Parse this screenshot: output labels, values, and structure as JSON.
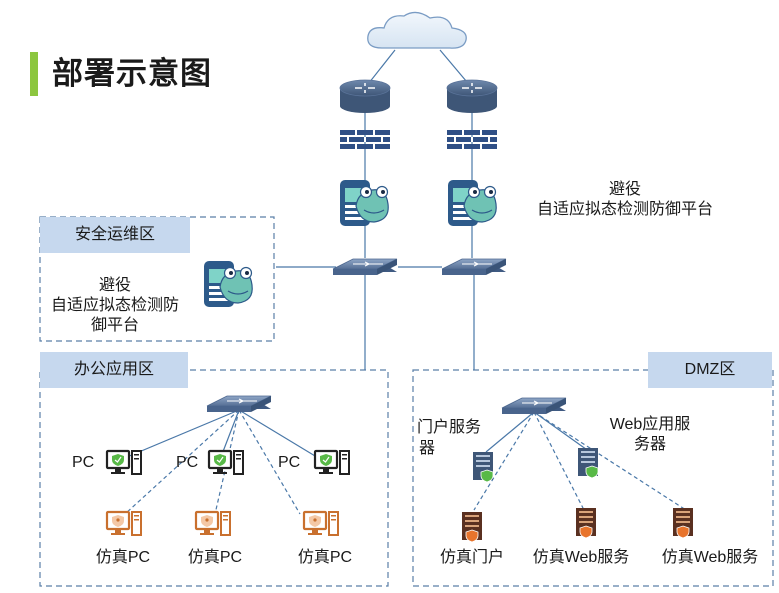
{
  "title": "部署示意图",
  "colors": {
    "accent": "#8cc63f",
    "link": "#4a78a8",
    "zone_border": "#5a7fa8",
    "zone_label_bg": "#c6d8ee"
  },
  "zones": {
    "security_ops": {
      "label": "安全运维区"
    },
    "office": {
      "label": "办公应用区"
    },
    "dmz": {
      "label": "DMZ区"
    }
  },
  "platform_label": {
    "line1": "避役",
    "line2": "自适应拟态检测防御平台"
  },
  "security_platform_label": {
    "line1": "避役",
    "line2": "自适应拟态检测防",
    "line3": "御平台"
  },
  "office_pcs": [
    "PC",
    "PC",
    "PC"
  ],
  "office_fake_pcs": [
    "仿真PC",
    "仿真PC",
    "仿真PC"
  ],
  "dmz_servers": {
    "portal_line1": "门户服务",
    "portal_line2": "器",
    "web_line1": "Web应用服",
    "web_line2": "务器"
  },
  "dmz_fakes": [
    "仿真门户",
    "仿真Web服务",
    "仿真Web服务"
  ],
  "icons": [
    "cloud-icon",
    "router-icon",
    "firewall-icon",
    "mimic-defense-icon",
    "switch-icon",
    "pc-icon",
    "decoy-pc-icon",
    "server-icon",
    "decoy-server-icon"
  ]
}
